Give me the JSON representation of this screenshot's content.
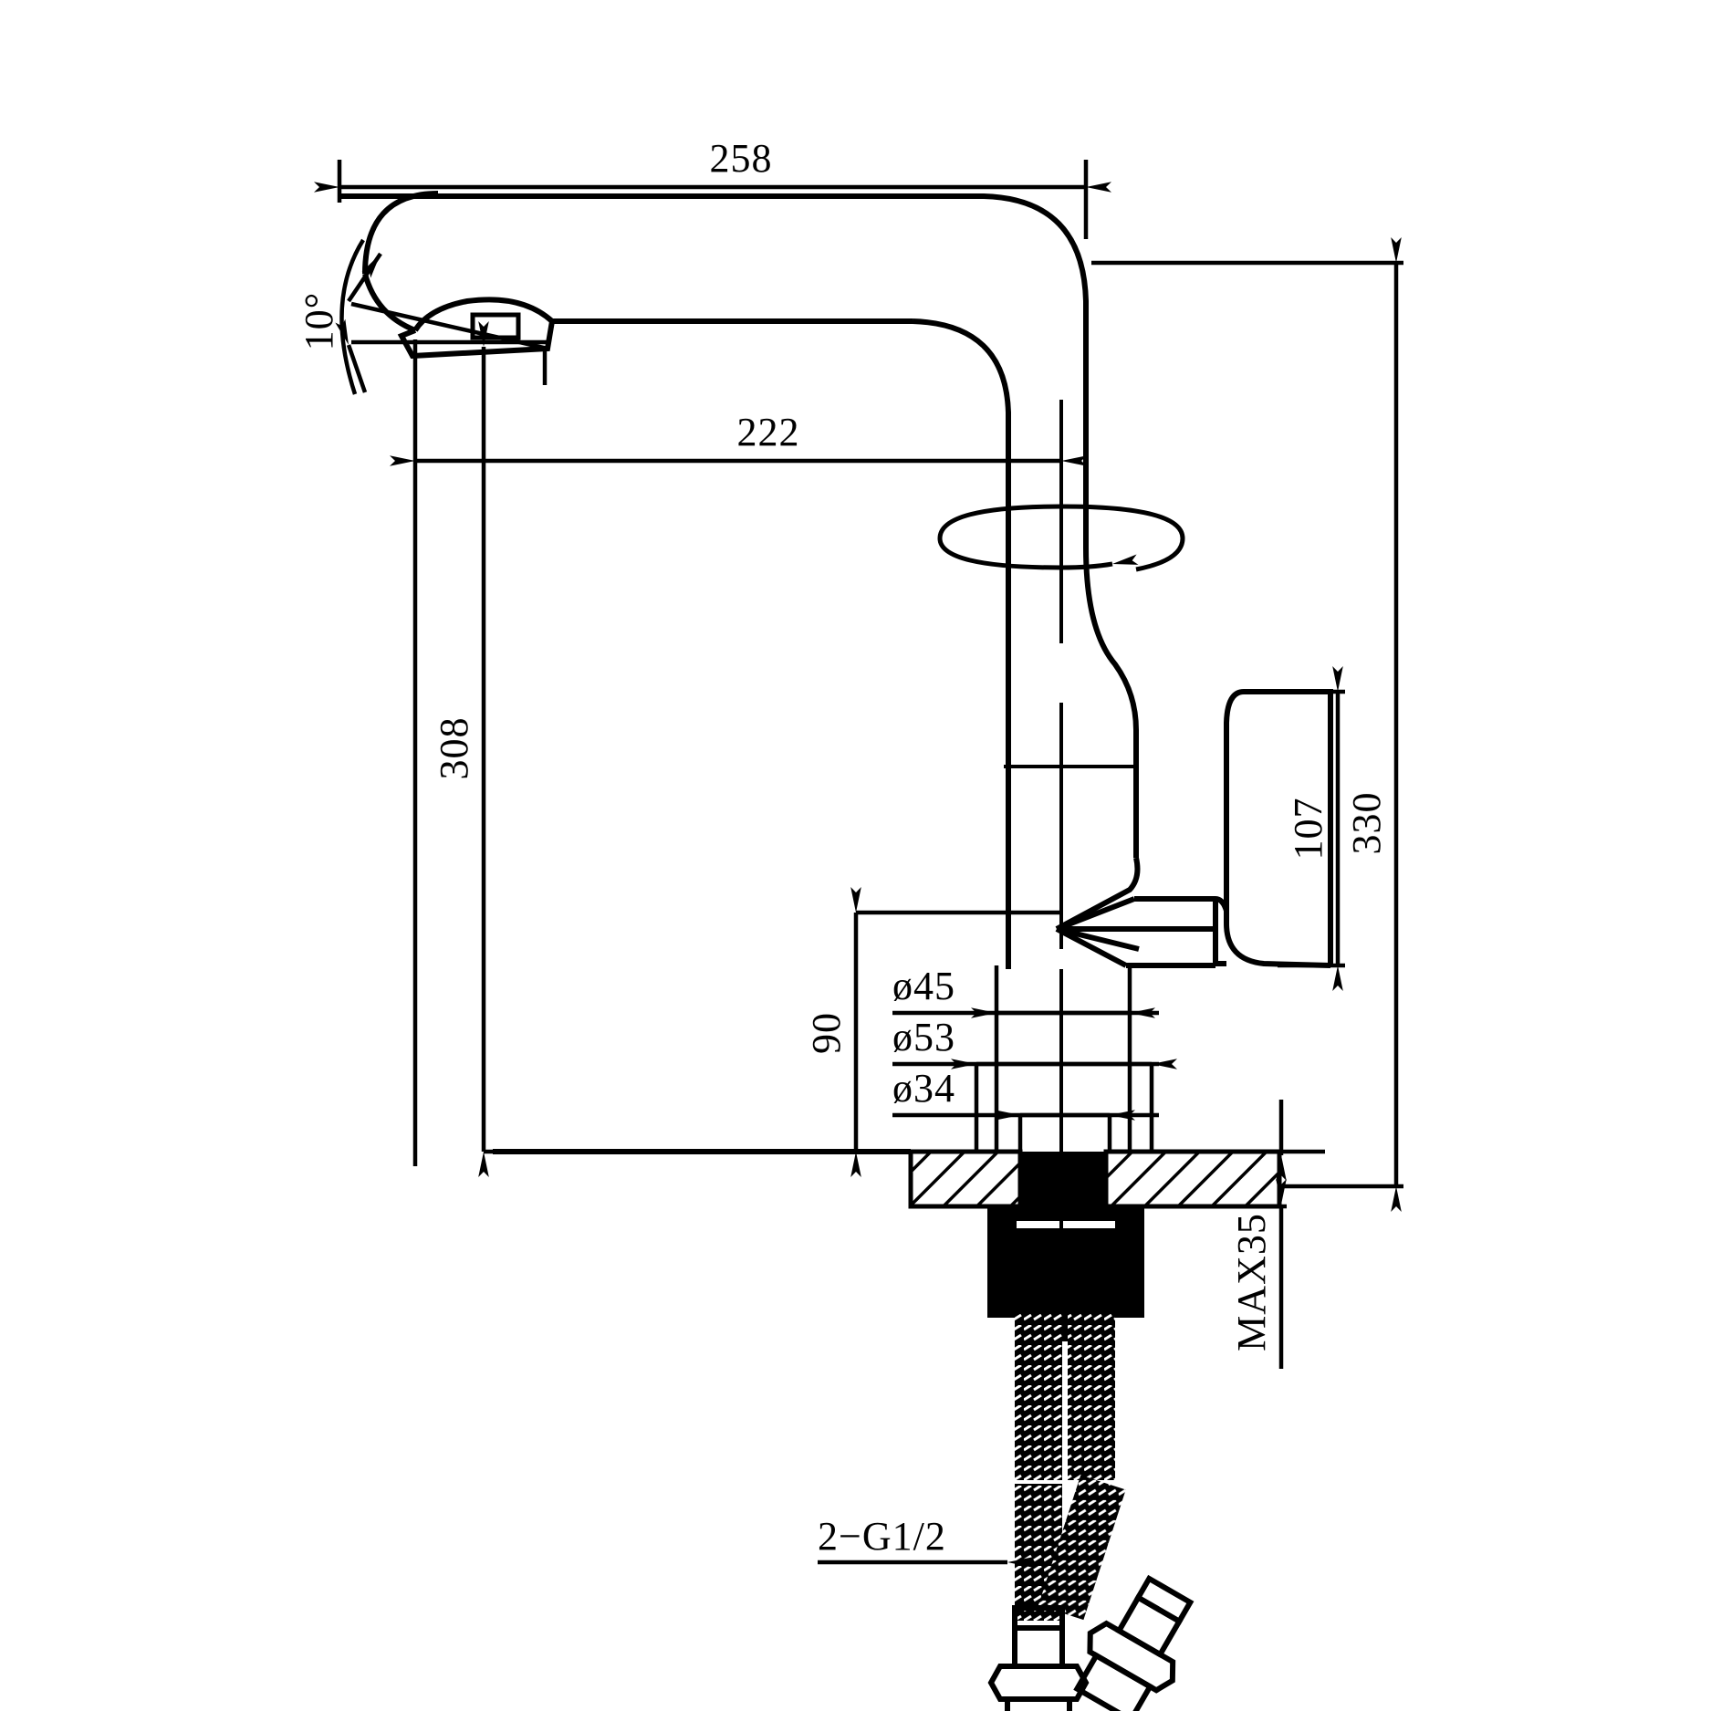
{
  "drawing": {
    "title": "Kitchen Faucet Technical Dimension Drawing",
    "type": "engineering-dimension-drawing",
    "units": "mm",
    "line_color": "#000000",
    "background_color": "#ffffff"
  },
  "dimensions": {
    "spout_reach_total": "258",
    "spout_reach_inner": "222",
    "spout_height": "308",
    "total_height": "330",
    "handle_height": "107",
    "body_height_above_deck": "90",
    "spray_angle": "10°",
    "escutcheon_diameter": "ø45",
    "base_diameter": "ø53",
    "shank_diameter": "ø34",
    "max_deck_thickness": "MAX35",
    "inlet_thread": "2−G1/2"
  },
  "labels": [
    {
      "id": "dim-258",
      "text": "258",
      "orientation": "horizontal"
    },
    {
      "id": "dim-222",
      "text": "222",
      "orientation": "horizontal"
    },
    {
      "id": "dim-10deg",
      "text": "10°",
      "orientation": "rotated"
    },
    {
      "id": "dim-308",
      "text": "308",
      "orientation": "vertical"
    },
    {
      "id": "dim-330",
      "text": "330",
      "orientation": "vertical"
    },
    {
      "id": "dim-107",
      "text": "107",
      "orientation": "vertical"
    },
    {
      "id": "dim-90",
      "text": "90",
      "orientation": "vertical"
    },
    {
      "id": "dim-d45",
      "text": "ø45",
      "orientation": "horizontal"
    },
    {
      "id": "dim-d53",
      "text": "ø53",
      "orientation": "horizontal"
    },
    {
      "id": "dim-d34",
      "text": "ø34",
      "orientation": "horizontal"
    },
    {
      "id": "dim-max35",
      "text": "MAX35",
      "orientation": "vertical"
    },
    {
      "id": "dim-thread",
      "text": "2−G1/2",
      "orientation": "horizontal"
    }
  ],
  "components": [
    {
      "name": "spout-tip-aerator",
      "description": "angled aerator outlet at 10 degrees"
    },
    {
      "name": "gooseneck-spout",
      "description": "high-arc curved spout"
    },
    {
      "name": "swivel-indicator",
      "description": "rotation ellipse arrow showing 360 swivel"
    },
    {
      "name": "lever-handle",
      "description": "single side lever handle"
    },
    {
      "name": "escutcheon-base",
      "description": "mounting base disc"
    },
    {
      "name": "countertop-section",
      "description": "hatched deck cross-section"
    },
    {
      "name": "mounting-hardware",
      "description": "threaded shank with washer and nut"
    },
    {
      "name": "braided-supply-hose-left",
      "description": "flexible braided hose"
    },
    {
      "name": "braided-supply-hose-right",
      "description": "flexible braided hose"
    },
    {
      "name": "hex-fitting-left",
      "description": "G1/2 hex nut connector"
    },
    {
      "name": "hex-fitting-right",
      "description": "G1/2 hex nut connector"
    }
  ]
}
